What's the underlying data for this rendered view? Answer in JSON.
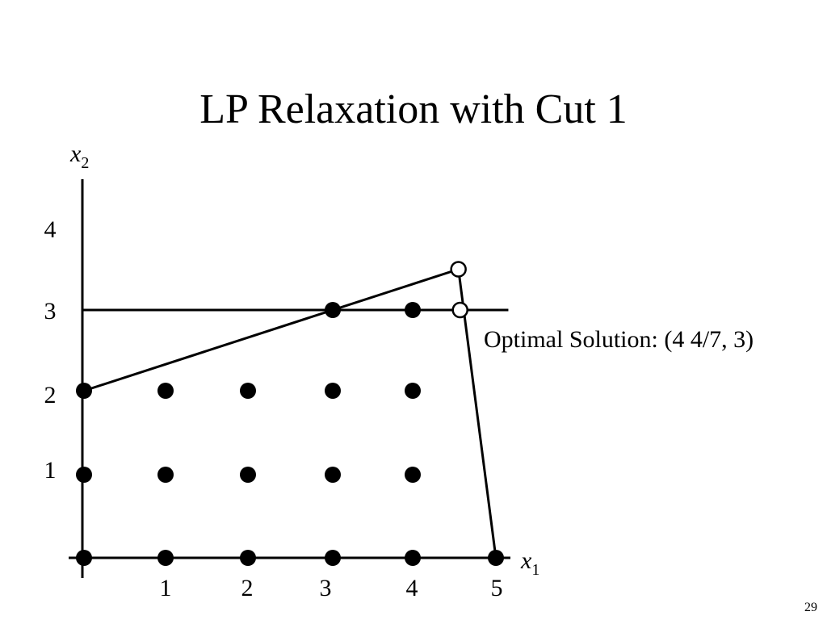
{
  "slide": {
    "title": "LP Relaxation with Cut 1",
    "page_number": "29"
  },
  "axes": {
    "x_label": "x",
    "x_subscript": "1",
    "y_label": "x",
    "y_subscript": "2",
    "x_ticks": [
      "1",
      "2",
      "3",
      "4",
      "5"
    ],
    "y_ticks": [
      "1",
      "2",
      "3",
      "4"
    ]
  },
  "integer_points": [
    [
      0,
      0
    ],
    [
      1,
      0
    ],
    [
      2,
      0
    ],
    [
      3,
      0
    ],
    [
      4,
      0
    ],
    [
      5,
      0
    ],
    [
      0,
      1
    ],
    [
      1,
      1
    ],
    [
      2,
      1
    ],
    [
      3,
      1
    ],
    [
      4,
      1
    ],
    [
      0,
      2
    ],
    [
      1,
      2
    ],
    [
      2,
      2
    ],
    [
      3,
      2
    ],
    [
      4,
      2
    ],
    [
      3,
      3
    ],
    [
      4,
      3
    ]
  ],
  "feasible_region_boundary": [
    [
      0,
      2
    ],
    [
      4.55,
      3.5
    ],
    [
      5,
      0
    ]
  ],
  "cut_line": {
    "y": 3,
    "x_from": 0,
    "x_to": 5.15
  },
  "highlight_points": [
    {
      "name": "former-optimum",
      "x": 4.55,
      "y": 3.5
    },
    {
      "name": "optimal-solution",
      "x": 4.57,
      "y": 3
    }
  ],
  "annotation": {
    "text": "Optimal Solution: (4 4/7, 3)"
  }
}
